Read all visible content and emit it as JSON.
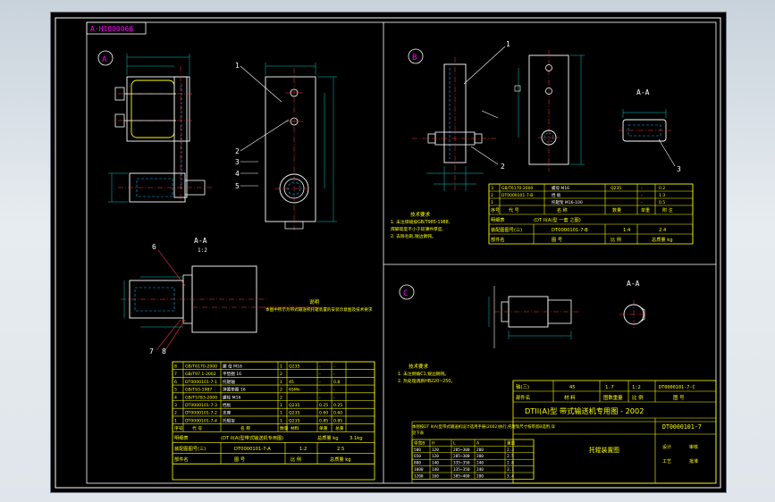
{
  "drawing_code_box": "A-H1000066",
  "views": {
    "A": {
      "label": "A",
      "leader_numbers": [
        "1",
        "2",
        "3",
        "4",
        "5",
        "6",
        "7",
        "8"
      ],
      "section_label": "A-A",
      "section_scale": "1:2",
      "note_heading": "说明",
      "note_text": "本图中所示为带式输送机托辊装置的安装示意图及技术要求",
      "bom": {
        "rows": [
          [
            "8",
            "GB/T6170-2000",
            "螺 母 M16",
            "1",
            "Q235",
            "-",
            "-"
          ],
          [
            "7",
            "GB/T97.1-2002",
            "平垫圈 16",
            "2",
            "",
            "-",
            "-"
          ],
          [
            "6",
            "DT0000101-7-1",
            "托辊轴",
            "1",
            "45",
            "-",
            "0.8"
          ],
          [
            "5",
            "GB/T93-1987",
            "弹簧垫圈 16",
            "2",
            "65Mn",
            "-",
            "-"
          ],
          [
            "4",
            "GB/T5783-2000",
            "螺栓 M16",
            "2",
            "",
            "-",
            "-"
          ],
          [
            "3",
            "DT0000101-7-3",
            "挡板",
            "1",
            "Q235",
            "0.25",
            "0.25"
          ],
          [
            "2",
            "DT0000101-7-2",
            "支座",
            "1",
            "Q235",
            "0.60",
            "0.60"
          ],
          [
            "1",
            "DT0000101-7-4",
            "托辊架",
            "1",
            "Q235",
            "0.85",
            "0.85"
          ]
        ],
        "headers": [
          "序号",
          "代 号",
          "名 称",
          "数量",
          "材料",
          "单重",
          "总重"
        ],
        "title_row": "(DT II(A)型带式输送机专用图)",
        "parts_label": "明细表",
        "assembly_label": "总质量 kg",
        "assembly_weight": "3.1kg",
        "drawing_no_label": "装配图图号(三)",
        "drawing_no": "DT0000101-7-A",
        "scale": "1:2",
        "weight": "2.5",
        "part_label": "部件名",
        "figure_label": "图 号",
        "ratio_label": "比 例",
        "mass_label": "总质量 kg"
      }
    },
    "B": {
      "label": "B",
      "leader_numbers": [
        "1",
        "2",
        "3"
      ],
      "section_label": "A-A",
      "note_heading": "技术要求",
      "notes": [
        "1. 未注焊缝按GB/T985-1988,",
        "   焊脚高度不小于较薄件厚度,",
        "2. 去除毛刺,锐边倒钝。"
      ],
      "bom": {
        "rows": [
          [
            "3",
            "GB/T6170-2000",
            "螺母 M16",
            "Q235",
            "-",
            "0.2"
          ],
          [
            "2",
            "DT0000101-7-B",
            "挡 板",
            "",
            "-",
            "1.3"
          ],
          [
            "1",
            "",
            "托辊架 M16-100",
            "",
            "-",
            "0.5"
          ]
        ],
        "headers": [
          "序号",
          "代 号",
          "名 称",
          "数量",
          "单重",
          "附 注"
        ],
        "title_row": "(DT II(A)型 一套 之图)",
        "parts_label": "明细表",
        "drawing_no_label": "装配图图号(三)",
        "drawing_no": "DT0000101-7-B",
        "scale": "1:4",
        "weight": "2.4",
        "part_label": "部件名",
        "figure_label": "图 号",
        "ratio_label": "比 例",
        "mass_label": "总质量 kg"
      }
    },
    "C": {
      "label": "C",
      "section_label": "A-A",
      "note_heading": "技术要求",
      "notes": [
        "1. 未注倒角C1,锐边倒钝。",
        "2. 热处理调质HB220~250。"
      ]
    }
  },
  "title_block": {
    "material_label": "轴(三)",
    "material": "45",
    "weight": "1.7",
    "scale": "1:2",
    "code": "DT0000101-7-C",
    "part_label": "部件名",
    "material_col": "材 料",
    "weight_col": "图数重量",
    "scale_col": "比 例",
    "figure_col": "图 号",
    "main_title": "DTII(A)型 带式输送机专用图 - 2002",
    "drawing_number": "DT0000101-7",
    "name": "托辊装置图",
    "rev_note": "本图按DT II(A)型带式输送机设计选用手册(2002)执行,托辊架尺寸按带宽B选用,详见下表",
    "rev_headers": [
      "带宽B",
      "H",
      "L",
      "A",
      "重量"
    ],
    "rev_rows": [
      [
        "500",
        "120",
        "285~300",
        "200",
        "2.3"
      ],
      [
        "650",
        "120",
        "285~300",
        "200",
        "2.5"
      ],
      [
        "800",
        "140",
        "335~350",
        "240",
        "2.8"
      ],
      [
        "1000",
        "140",
        "335~350",
        "240",
        "3.1"
      ],
      [
        "1200",
        "160",
        "385~400",
        "280",
        "3.4"
      ]
    ],
    "sig_labels": [
      "设计",
      "审核",
      "工艺",
      "批准"
    ]
  },
  "colors": {
    "sheet": "#000000",
    "frame": "#ffffff",
    "part_outline": "#ffffff",
    "hidden_line": "#00b4ff",
    "center_line": "#ff3b3b",
    "dimension": "#00c8c8",
    "table": "#ffff00",
    "leader": "#ff3b3b",
    "text_white": "#ffffff",
    "magenta_text": "#ff00ff",
    "green": "#00ff00"
  }
}
